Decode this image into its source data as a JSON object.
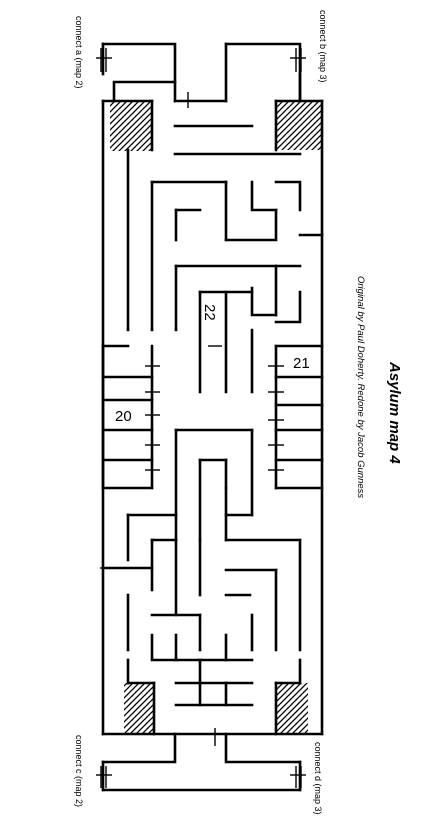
{
  "title": "Asylum map 4",
  "credits": "Original by Paul Doherty. Redone by Jacob Gunness",
  "connectors": {
    "b": "connect b (map 3)",
    "a": "connect a (map 2)",
    "d": "connect d (map 3)",
    "c": "connect c (map 2)"
  },
  "rooms": {
    "r22": "22",
    "r21": "21",
    "r20": "20"
  },
  "colors": {
    "ink": "#000000",
    "paper": "#ffffff"
  }
}
